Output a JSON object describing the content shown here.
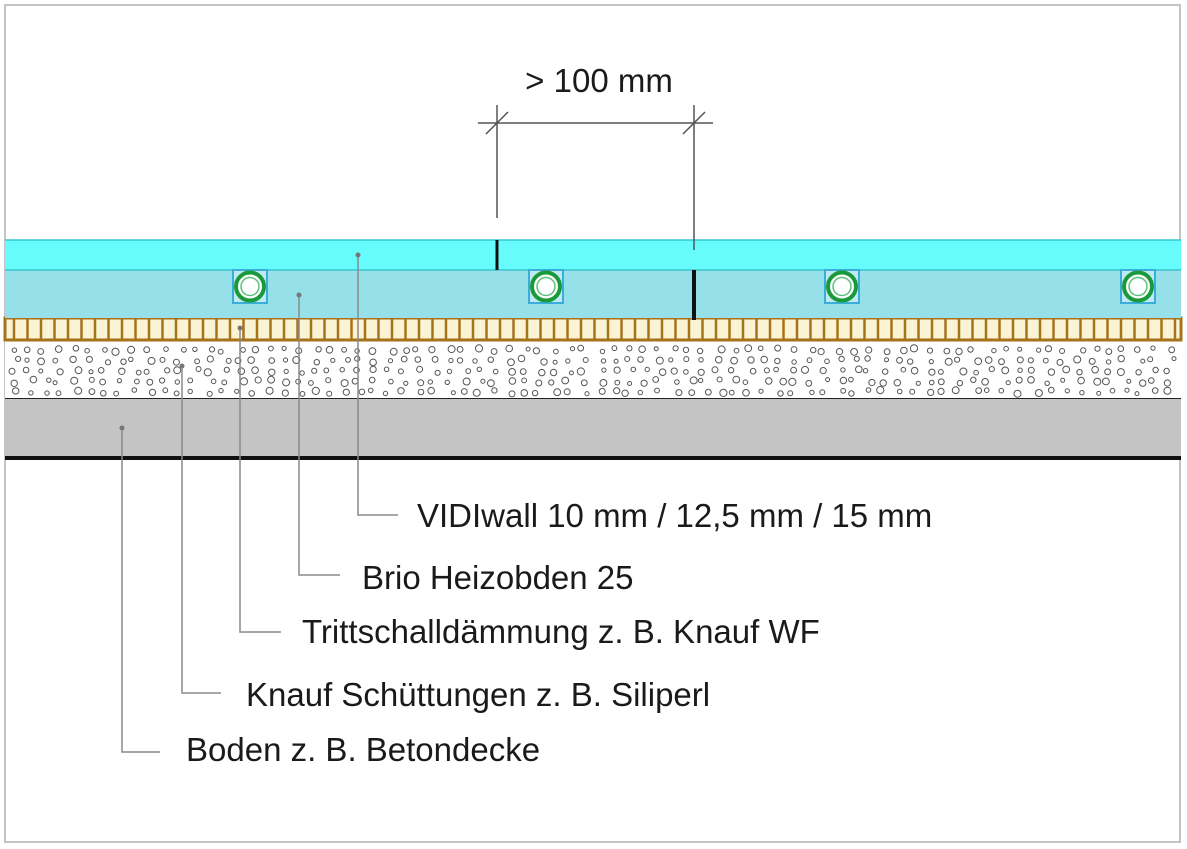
{
  "dimension": {
    "label": "> 100 mm"
  },
  "labels": {
    "vidiwall": "VIDIwall 10 mm / 12,5 mm / 15 mm",
    "brio": "Brio Heizobden 25",
    "trittschall": "Trittschalldämmung z. B. Knauf WF",
    "schuettung": "Knauf Schüttungen z. B. Siliperl",
    "boden": "Boden z. B. Betondecke"
  },
  "colors": {
    "vidiwall": "#66fcfc",
    "brio": "#96e0ea",
    "trittschall_fill": "#fbf4d4",
    "trittschall_line": "#a6731a",
    "boden": "#c4c4c4",
    "pipe_outer": "#1a9a3a",
    "pipe_box": "#3aaed8"
  },
  "icons": [
    "heating-pipe-icon"
  ]
}
